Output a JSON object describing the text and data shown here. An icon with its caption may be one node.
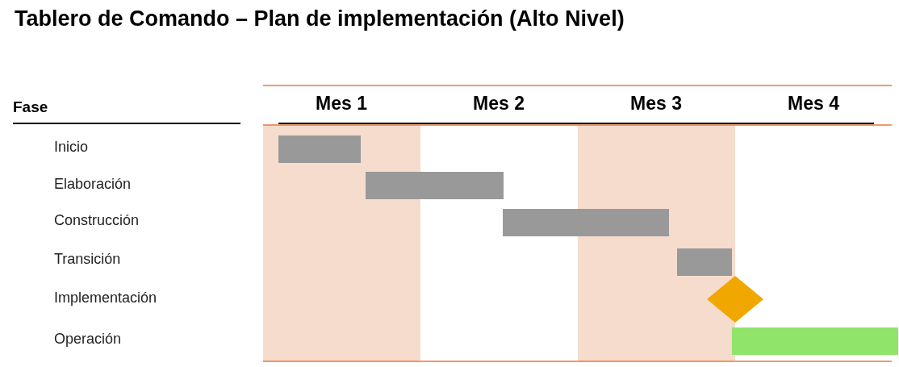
{
  "diagram": {
    "title": "Tablero de Comando – Plan de implementación (Alto Nivel)",
    "nodes": [
      {
        "text": [],
        "shape": "bar"
      },
      {
        "text": [],
        "shape": "bar"
      },
      {
        "text": [],
        "shape": "bar"
      },
      {
        "text": [],
        "shape": "bar"
      },
      {
        "text": [],
        "shape": "diamond"
      },
      {
        "text": [],
        "shape": "bar"
      }
    ],
    "edges": [],
    "labels": [
      "Fase",
      "Mes 1",
      "Mes 2",
      "Mes 3",
      "Mes 4",
      "Inicio",
      "Elaboración",
      "Construcción",
      "Transición",
      "Implementación",
      "Operación"
    ]
  }
}
